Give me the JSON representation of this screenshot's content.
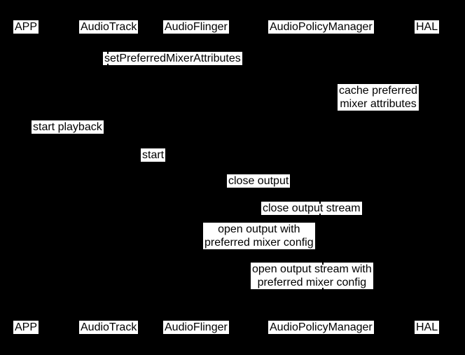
{
  "diagram": {
    "type": "sequence-diagram",
    "colors": {
      "background": "#000000",
      "label_background": "#ffffff",
      "label_text": "#000000"
    },
    "participants": [
      "APP",
      "AudioTrack",
      "AudioFlinger",
      "AudioPolicyManager",
      "HAL"
    ],
    "messages": {
      "set_preferred_mixer_attributes": "setPreferredMixerAttributes",
      "cache_preferred_mixer_attributes": "cache preferred\nmixer attributes",
      "start_playback": "start playback",
      "start": "start",
      "close_output": "close output",
      "close_output_stream": "close output stream",
      "open_output_with_preferred_mixer_config": "open output with\npreferred mixer config",
      "open_output_stream_with_preferred_mixer_config": "open output stream with\npreferred mixer config"
    }
  }
}
